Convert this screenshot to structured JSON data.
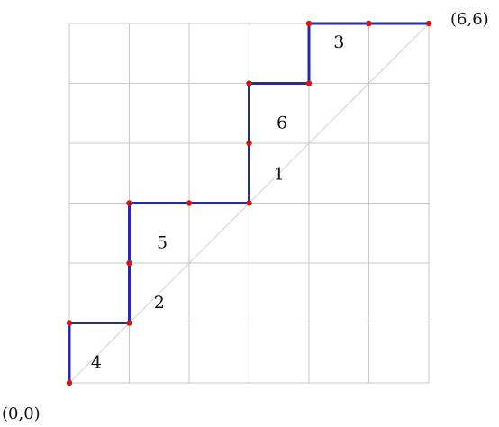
{
  "diagram": {
    "grid": {
      "columns": 6,
      "rows": 6
    },
    "diagonal": {
      "from": [
        0,
        0
      ],
      "to": [
        6,
        6
      ]
    },
    "path": [
      [
        0,
        0
      ],
      [
        0,
        1
      ],
      [
        1,
        1
      ],
      [
        1,
        2
      ],
      [
        1,
        3
      ],
      [
        2,
        3
      ],
      [
        3,
        3
      ],
      [
        3,
        4
      ],
      [
        3,
        5
      ],
      [
        4,
        5
      ],
      [
        4,
        6
      ],
      [
        5,
        6
      ],
      [
        6,
        6
      ]
    ],
    "region_labels": [
      {
        "text": "4",
        "at": [
          0.45,
          0.35
        ]
      },
      {
        "text": "2",
        "at": [
          1.5,
          1.35
        ]
      },
      {
        "text": "5",
        "at": [
          1.55,
          2.35
        ]
      },
      {
        "text": "1",
        "at": [
          3.5,
          3.5
        ]
      },
      {
        "text": "6",
        "at": [
          3.55,
          4.35
        ]
      },
      {
        "text": "3",
        "at": [
          4.5,
          5.7
        ]
      }
    ],
    "corner_labels": {
      "origin": "(0,0)",
      "end": "(6,6)"
    },
    "colors": {
      "grid": "#c8c8c8",
      "diagonal": "#cfcfcf",
      "path": "#2a2aa0",
      "points": "#d01818"
    }
  }
}
